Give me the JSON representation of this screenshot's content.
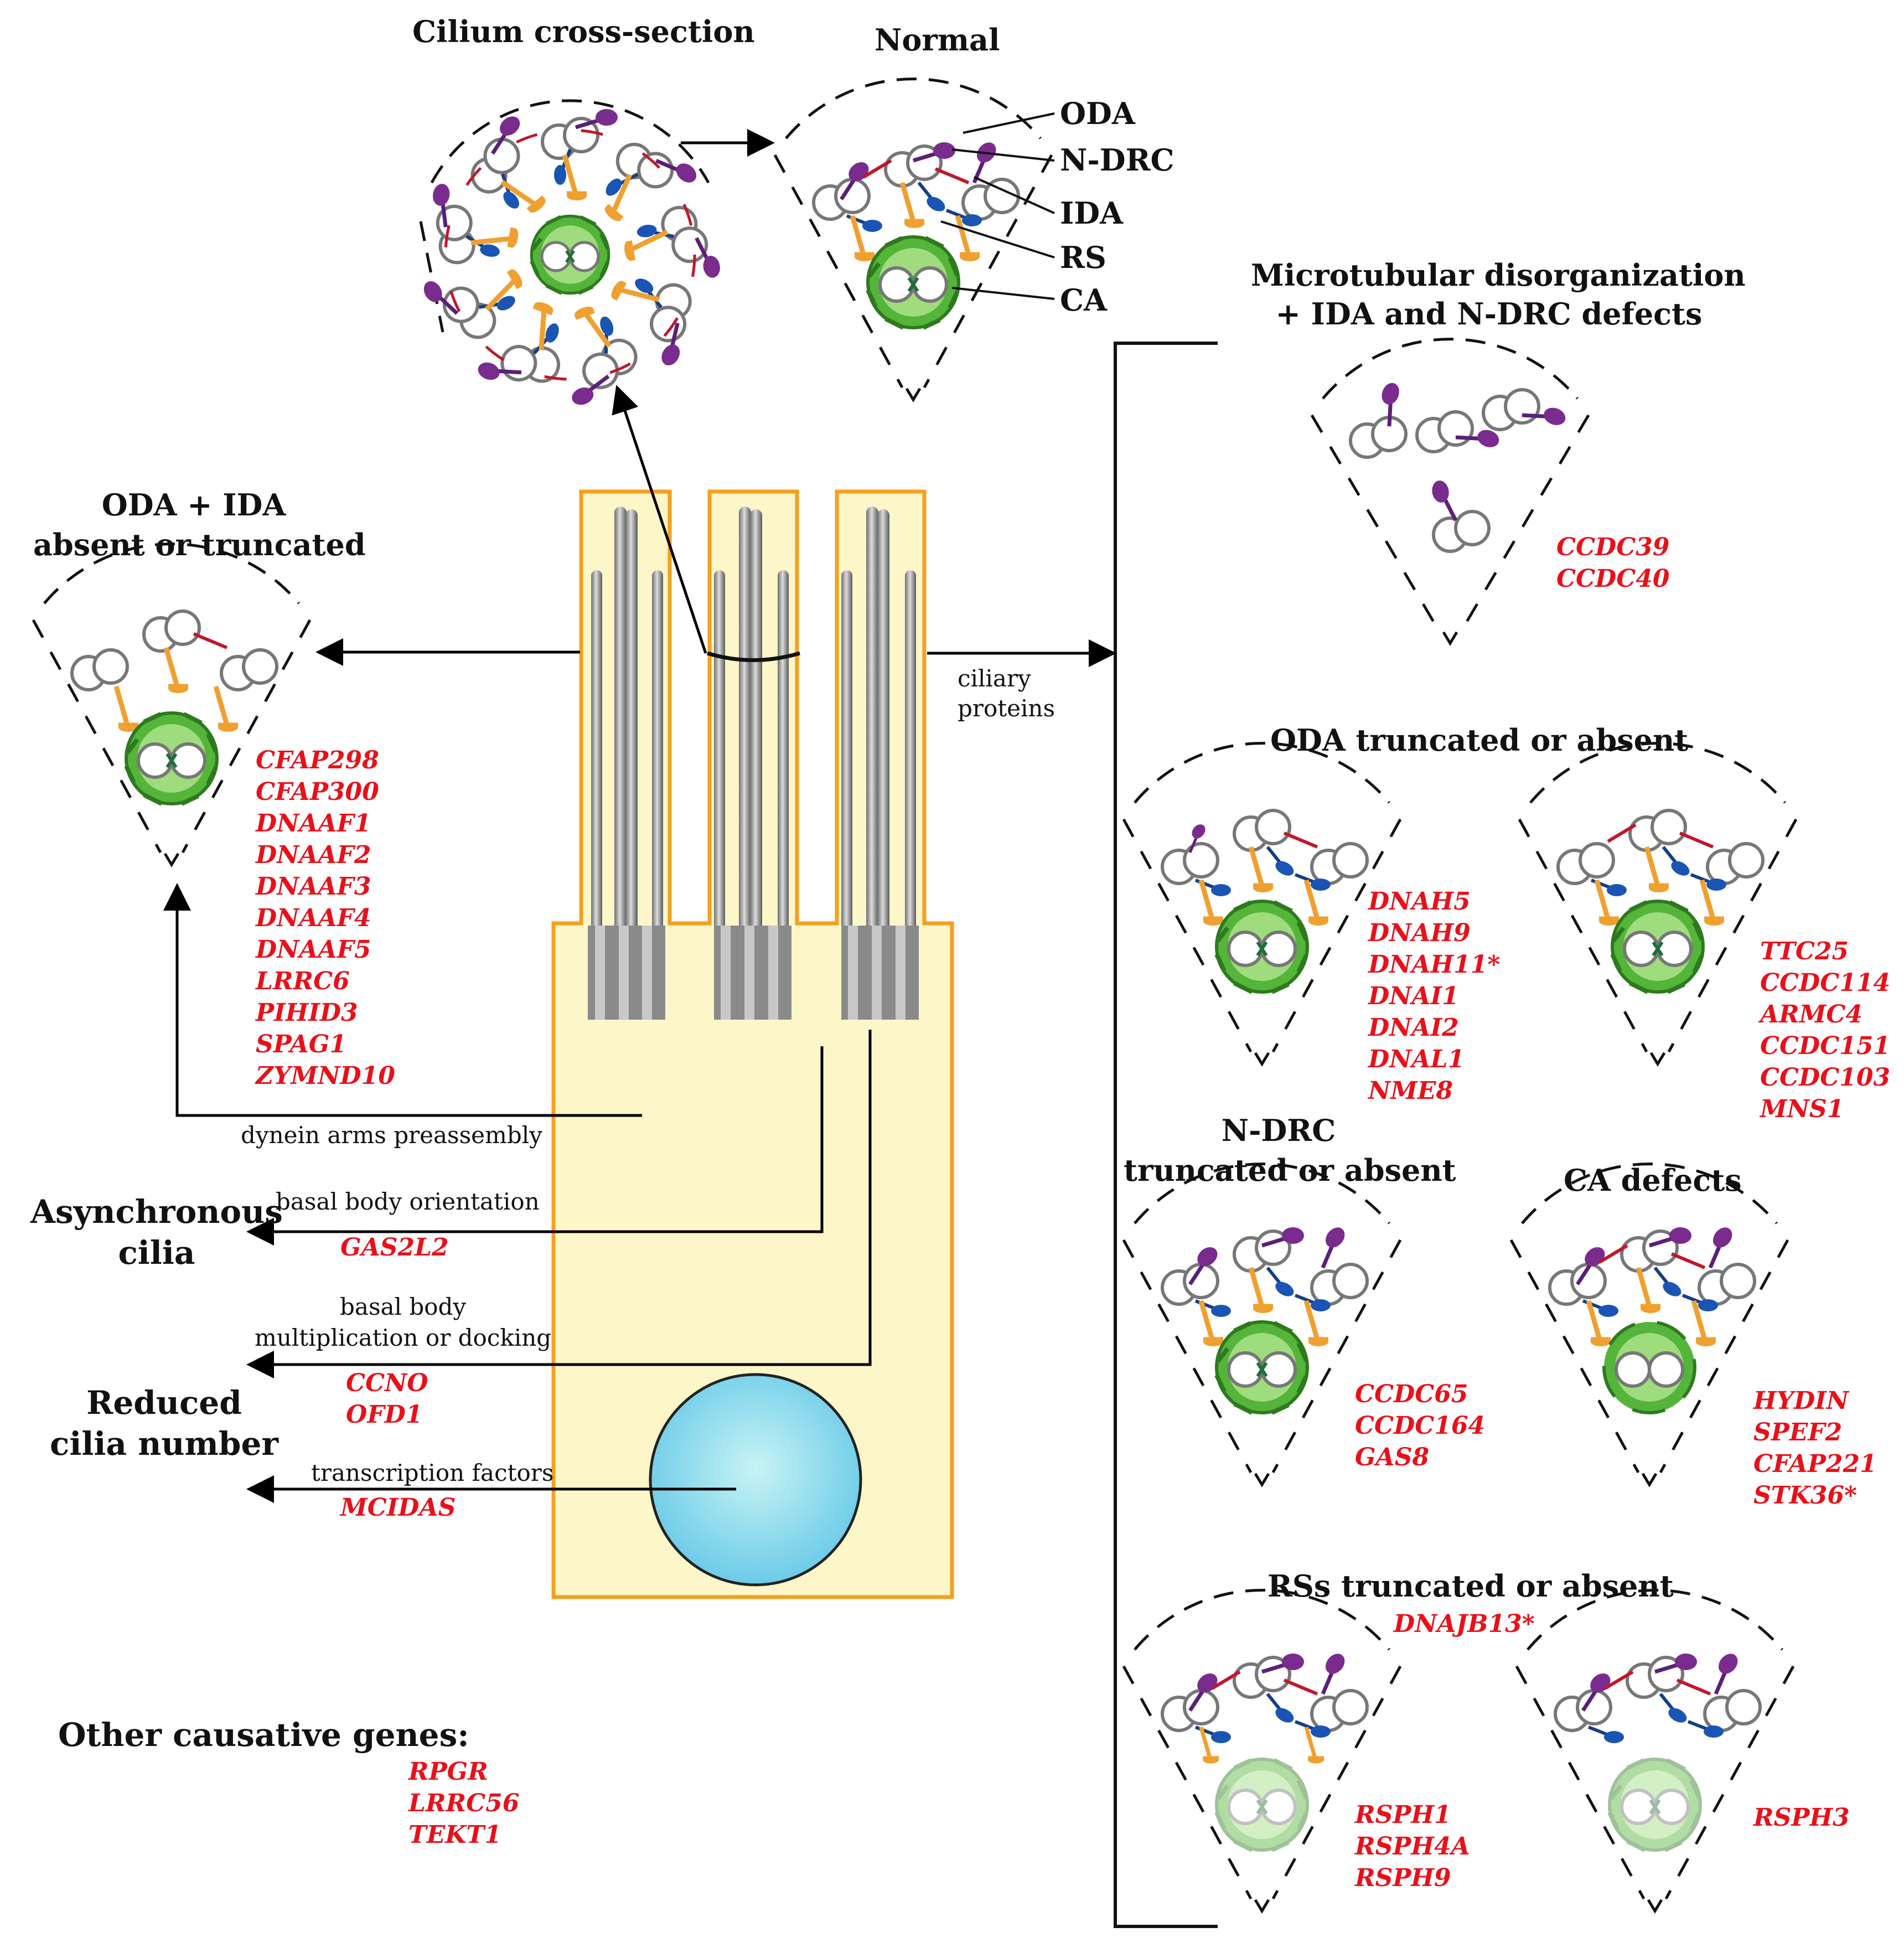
{
  "colors": {
    "gene_red": "#e8101a",
    "cell_fill": "#fdf6c8",
    "cell_border": "#f4a020",
    "nucleus": "#7fd6ec",
    "oda_purple": "#7a2b8e",
    "ida_blue": "#1b55b3",
    "radial_spoke_orange": "#f0a030",
    "central_apparatus_green": "#4ca832",
    "ndrc_red": "#c0172b"
  },
  "headings": {
    "cross_section": "Cilium cross-section",
    "normal": "Normal",
    "microtubular_line1": "Microtubular disorganization",
    "microtubular_line2": "+ IDA and N-DRC defects",
    "oda_ida_line1": "ODA + IDA",
    "oda_ida_line2": "absent or truncated",
    "oda_truncated": "ODA truncated or absent",
    "ndrc_line1": "N-DRC",
    "ndrc_line2": "truncated or absent",
    "ca_defects": "CA defects",
    "rs_truncated": "RSs truncated or absent",
    "asynchronous_line1": "Asynchronous",
    "asynchronous_line2": "cilia",
    "reduced_line1": "Reduced",
    "reduced_line2": "cilia number",
    "other_genes": "Other causative genes:"
  },
  "normal_labels": [
    "ODA",
    "N-DRC",
    "IDA",
    "RS",
    "CA"
  ],
  "process_labels": {
    "ciliary_line1": "ciliary",
    "ciliary_line2": "proteins",
    "dynein": "dynein arms preassembly",
    "basal_orientation": "basal body orientation",
    "basal_mult_line1": "basal body",
    "basal_mult_line2": "multiplication or docking",
    "transcription": "transcription factors"
  },
  "genes": {
    "microtubular": [
      "CCDC39",
      "CCDC40"
    ],
    "oda_ida": [
      "CFAP298",
      "CFAP300",
      "DNAAF1",
      "DNAAF2",
      "DNAAF3",
      "DNAAF4",
      "DNAAF5",
      "LRRC6",
      "PIHID3",
      "SPAG1",
      "ZYMND10"
    ],
    "oda_left": [
      "DNAH5",
      "DNAH9",
      "DNAH11*",
      "DNAI1",
      "DNAI2",
      "DNAL1",
      "NME8"
    ],
    "oda_right": [
      "TTC25",
      "CCDC114",
      "ARMC4",
      "CCDC151",
      "CCDC103",
      "MNS1"
    ],
    "ndrc": [
      "CCDC65",
      "CCDC164",
      "GAS8"
    ],
    "ca": [
      "HYDIN",
      "SPEF2",
      "CFAP221",
      "STK36*"
    ],
    "rs_top": [
      "DNAJB13*"
    ],
    "rs_left": [
      "RSPH1",
      "RSPH4A",
      "RSPH9"
    ],
    "rs_right": [
      "RSPH3"
    ],
    "orientation": [
      "GAS2L2"
    ],
    "multiplication": [
      "CCNO",
      "OFD1"
    ],
    "transcription": [
      "MCIDAS"
    ],
    "other": [
      "RPGR",
      "LRRC56",
      "TEKT1"
    ]
  }
}
